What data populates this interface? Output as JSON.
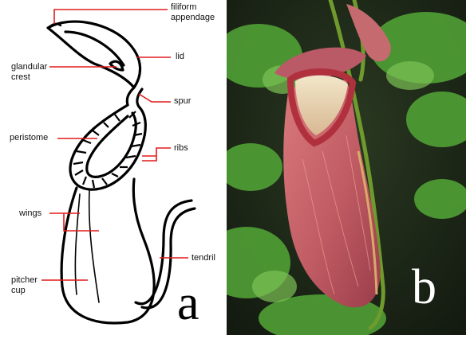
{
  "figure": {
    "panel_a": {
      "letter": "a",
      "labels": {
        "filiform": "filiform\nappendage",
        "lid": "lid",
        "glandular_crest": "glandular\ncrest",
        "spur": "spur",
        "peristome": "peristome",
        "ribs": "ribs",
        "wings": "wings",
        "tendril": "tendril",
        "pitcher_cup": "pitcher\ncup"
      },
      "colors": {
        "line": "#000000",
        "leader": "#e01b1b"
      }
    },
    "panel_b": {
      "letter": "b",
      "colors": {
        "background": "#1f2a1a",
        "foliage": "#5aa63a",
        "pitcher": "#c9676b",
        "letter": "#ffffff"
      }
    }
  }
}
